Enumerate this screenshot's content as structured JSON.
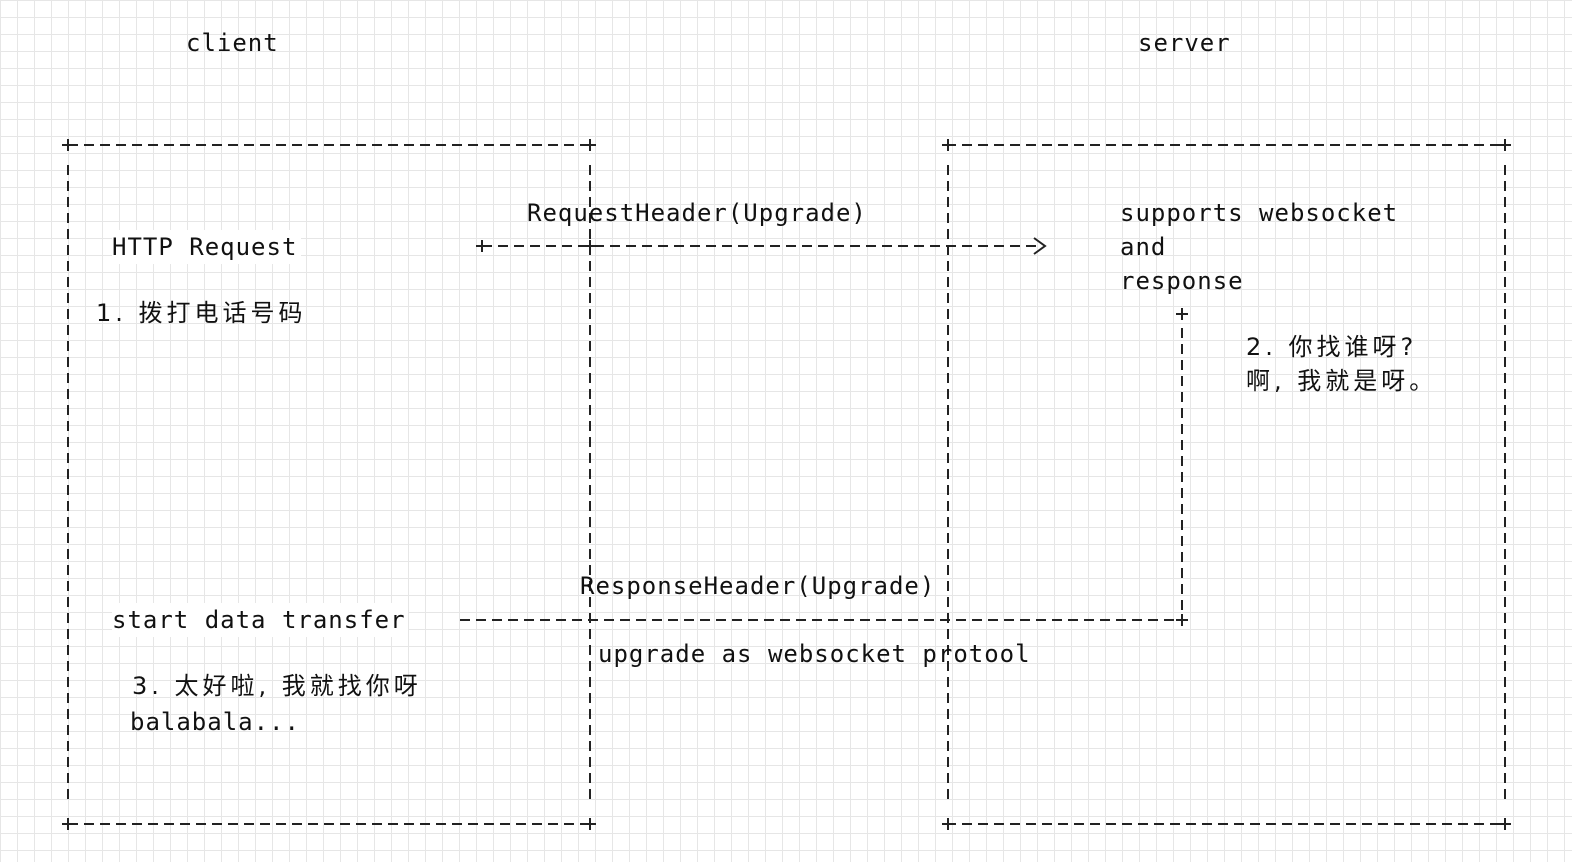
{
  "labels": {
    "client": "client",
    "server": "server",
    "http_request": "HTTP Request",
    "step1": "1. 拨打电话号码",
    "request_header": "RequestHeader(Upgrade)",
    "supports_line1": "supports websocket",
    "supports_line2": "and",
    "supports_line3": "response",
    "step2_line1": "2. 你找谁呀?",
    "step2_line2": "啊, 我就是呀。",
    "response_header": "ResponseHeader(Upgrade)",
    "start_transfer": "start data transfer",
    "upgrade_protocol": "upgrade as websocket protool",
    "step3_line1": "3. 太好啦, 我就找你呀",
    "step3_line2": "balabala..."
  },
  "colors": {
    "line": "#222222",
    "grid": "#e6e6e6",
    "text": "#111111"
  }
}
